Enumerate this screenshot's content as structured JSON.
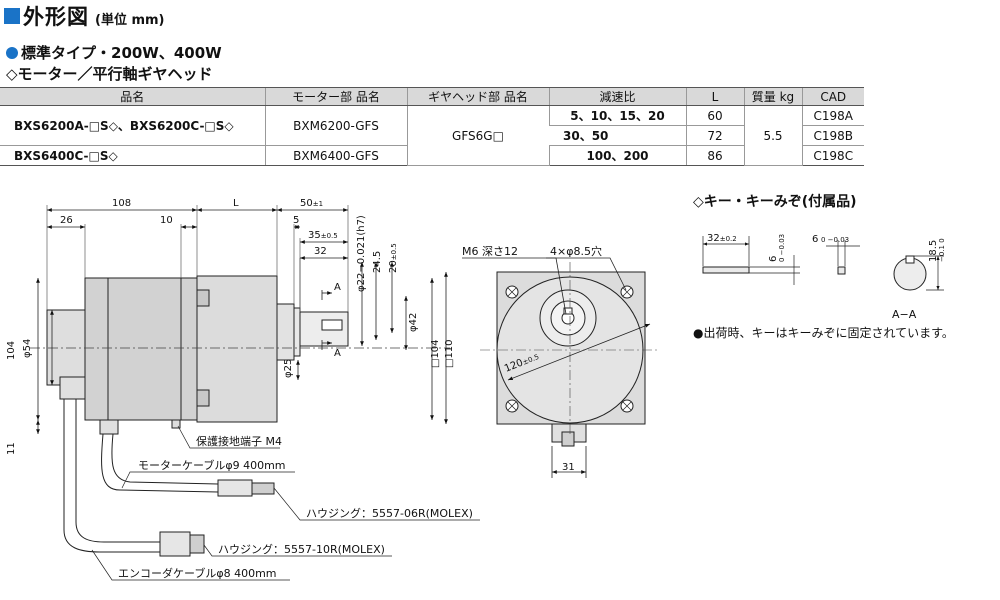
{
  "header": {
    "title": "外形図",
    "unit": "(単位 mm)"
  },
  "subtitle1": "標準タイプ・200W、400W",
  "subtitle2": "◇モーター／平行軸ギヤヘッド",
  "table": {
    "headers": [
      "品名",
      "モーター部 品名",
      "ギヤヘッド部 品名",
      "減速比",
      "L",
      "質量 kg",
      "CAD"
    ],
    "product1": "BXS6200A-□S◇、BXS6200C-□S◇",
    "product2": "BXS6400C-□S◇",
    "motor1": "BXM6200-GFS",
    "motor2": "BXM6400-GFS",
    "gearhead": "GFS6G□",
    "ratio1": "5、10、15、20",
    "ratio2": "30、50",
    "ratio3": "100、200",
    "L1": "60",
    "L2": "72",
    "L3": "86",
    "mass": "5.5",
    "cad1": "C198A",
    "cad2": "C198B",
    "cad3": "C198C"
  },
  "drawing": {
    "dim_108": "108",
    "dim_26": "26",
    "dim_10": "10",
    "dim_L": "L",
    "dim_50": "50",
    "dim_50_tol": "±1",
    "dim_5": "5",
    "dim_35": "35",
    "dim_35_tol": "±0.5",
    "dim_32": "32",
    "dim_phi22": "φ22−0.021(h7)",
    "dim_245": "24.5",
    "dim_20": "20",
    "dim_20_tol": "±0.5",
    "dim_phi42": "φ42",
    "dim_phi54": "φ54",
    "dim_phi25": "φ25",
    "dim_104": "104",
    "dim_11": "11",
    "dim_sq104": "□104",
    "dim_sq110": "□110",
    "label_A": "A",
    "m6": "M6 深さ12",
    "holes": "4×φ8.5穴",
    "dim_120": "120",
    "dim_120_tol": "±0.5",
    "dim_31": "31",
    "ground": "保護接地端子 M4",
    "motor_cable": "モーターケーブルφ9 400mm",
    "housing1": "ハウジング：5557-06R(MOLEX)",
    "housing2": "ハウジング：5557-10R(MOLEX)",
    "encoder_cable": "エンコーダケーブルφ8 400mm"
  },
  "key": {
    "title": "◇キー・キーみぞ(付属品)",
    "dim_32": "32",
    "dim_32_tol": "±0.2",
    "dim_6a": "6",
    "dim_6a_tol": "0 −0.03",
    "dim_6b": "6",
    "dim_6b_tol": "0 −0.03",
    "dim_185": "18.5",
    "dim_185_tol": "−0.1 0",
    "section": "A−A",
    "note": "●出荷時、キーはキーみぞに固定されています。"
  }
}
